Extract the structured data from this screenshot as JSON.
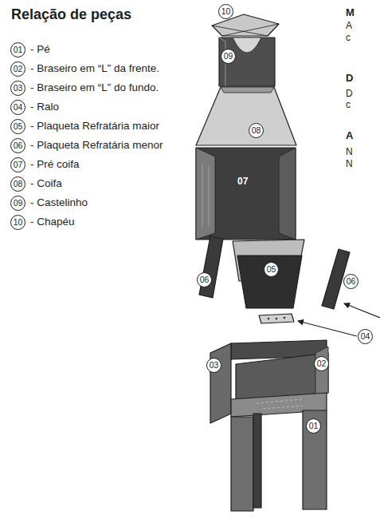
{
  "diagram": {
    "title": "Relação de peças",
    "nodes": [
      {
        "text": [
          "01"
        ]
      },
      {
        "text": [
          "02"
        ]
      },
      {
        "text": [
          "03"
        ]
      },
      {
        "text": [
          "04"
        ]
      },
      {
        "text": [
          "05"
        ]
      },
      {
        "text": [
          "06"
        ]
      },
      {
        "text": [
          "07"
        ]
      },
      {
        "text": [
          "08"
        ]
      },
      {
        "text": [
          "09"
        ]
      },
      {
        "text": [
          "10"
        ]
      },
      {
        "text": [
          "10"
        ]
      },
      {
        "text": [
          "09"
        ]
      },
      {
        "text": [
          "08"
        ]
      },
      {
        "text": [
          "05"
        ]
      },
      {
        "text": [
          "06"
        ]
      },
      {
        "text": [
          "06"
        ]
      },
      {
        "text": [
          "04"
        ]
      },
      {
        "text": [
          "03"
        ]
      },
      {
        "text": [
          "02"
        ]
      },
      {
        "text": [
          "01"
        ]
      }
    ],
    "labels": [
      "- Pé",
      "- Braseiro em “L” da frente.",
      "- Braseiro em “L”  do fundo.",
      "- Ralo",
      "- Plaqueta Refratária maior",
      "- Plaqueta Refratária menor",
      "- Pré coifa",
      "- Coifa",
      "- Castelinho",
      "- Chapéu",
      "07",
      "M",
      "A",
      "c",
      "D",
      "D",
      "c",
      "A",
      "N",
      "N"
    ]
  }
}
